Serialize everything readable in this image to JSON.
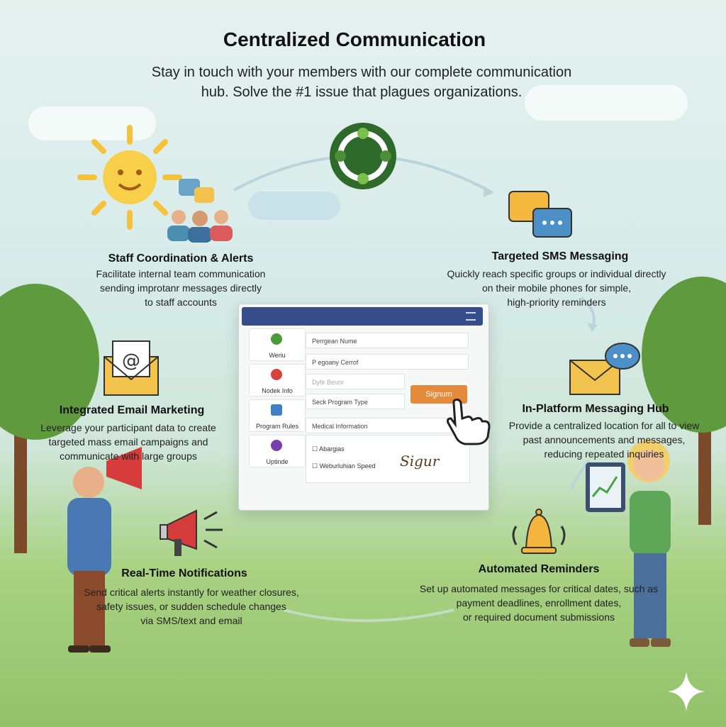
{
  "header": {
    "title": "Centralized Communication",
    "subtitle_line1": "Stay in touch with your members with our complete communication",
    "subtitle_line2": "hub. Solve the #1 issue that plagues organizations."
  },
  "features": {
    "staff": {
      "title": "Staff Coordination & Alerts",
      "line1": "Facilitate internal team communication",
      "line2": "sending improtanr messages directly",
      "line3": "to staff accounts"
    },
    "sms": {
      "title": "Targeted SMS Messaging",
      "line1": "Quickly reach specific groups or individual directly",
      "line2": "on their mobile phones for simple,",
      "line3": "high-priority reminders"
    },
    "email": {
      "title": "Integrated Email Marketing",
      "line1": "Leverage your participant data to create",
      "line2": "targeted mass email campaigns and",
      "line3": "communicate with large groups"
    },
    "hub": {
      "title": "In-Platform Messaging Hub",
      "line1": "Provide a centralized location for all to view",
      "line2": "past announcements and messages,",
      "line3": "reducing repeated inquiries"
    },
    "notifications": {
      "title": "Real-Time Notifications",
      "line1": "Send critical alerts instantly for weather closures,",
      "line2": "safety issues, or sudden schedule changes",
      "line3": "via SMS/text and email"
    },
    "reminders": {
      "title": "Automated Reminders",
      "line1": "Set up automated messages for critical dates, such as",
      "line2": "payment deadlines, enrollment dates,",
      "line3": "or required document submissions"
    }
  },
  "mockup": {
    "sidebar": [
      "Weriu",
      "Nodek Info",
      "Program Rules",
      "Uptinde"
    ],
    "fields": [
      "Perrgean Nume",
      "P egoany Cerrof",
      "Dyfir Beuor",
      "Seck Program Type",
      "Medical Information"
    ],
    "button_label": "Signum",
    "checklist": [
      "Abargias",
      "Weburluhian Speed"
    ],
    "signature": "Sigur"
  },
  "colors": {
    "accent_green": "#2e6b2a",
    "orange": "#e58a3a",
    "envelope": "#f3c44d",
    "panel_header": "#354d8a"
  }
}
